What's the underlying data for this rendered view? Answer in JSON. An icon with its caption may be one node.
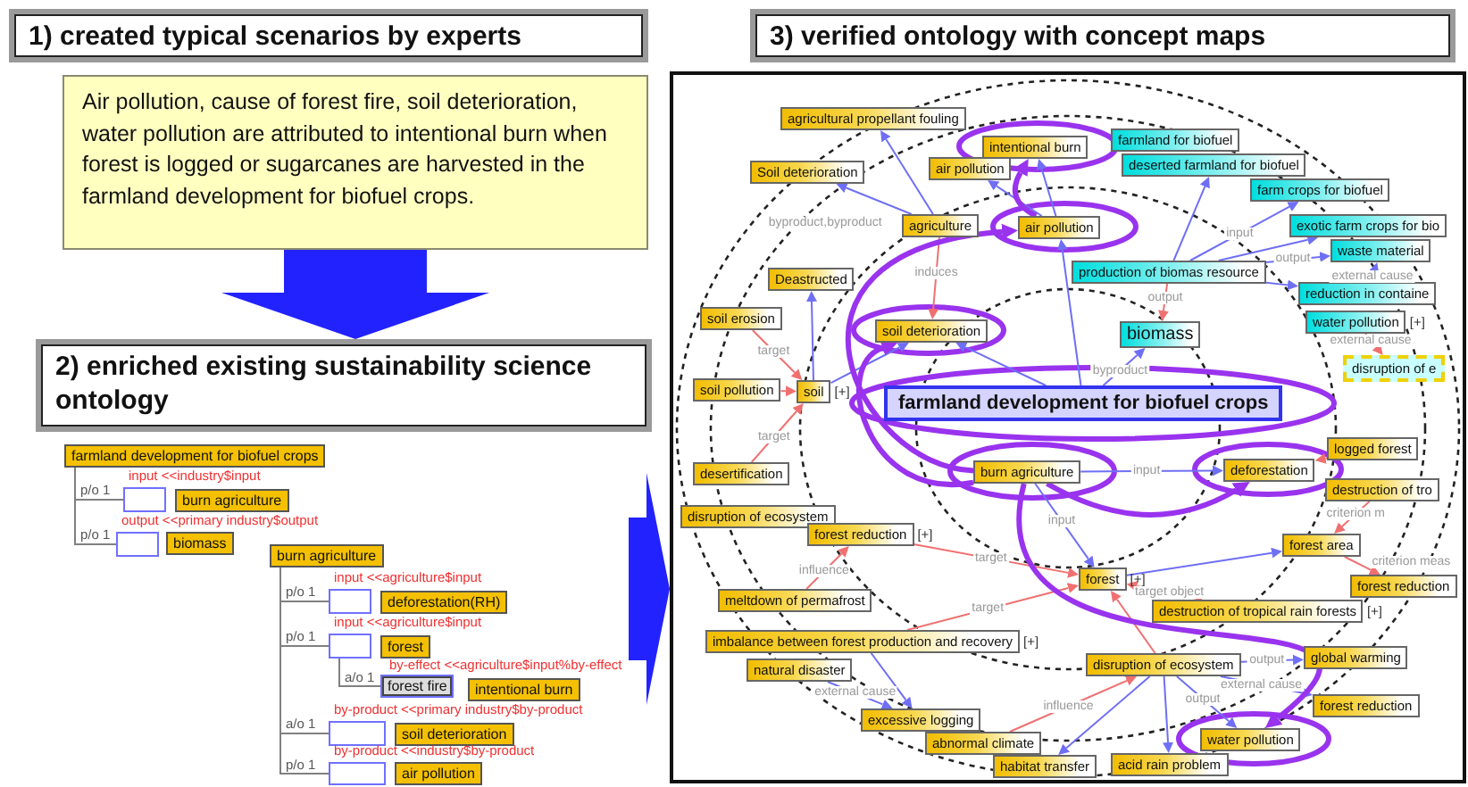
{
  "diagram": {
    "nodes": [
      {
        "text": [
          "1) created typical scenarios by experts"
        ]
      },
      {
        "text": [
          "Air pollution, cause of forest fire, soil deterioration, water pollution are attributed to intentional burn when forest is logged or sugarcanes are harvested in the farmland development for biofuel crops."
        ]
      },
      {
        "text": [
          "2) enriched existing sustainability science ontology"
        ]
      },
      {
        "text": [
          "3) verified ontology with concept maps"
        ]
      },
      {
        "text": [
          "farmland development for biofuel crops"
        ]
      },
      {
        "text": [],
        "shape": "box",
        "beside": [
          "input <<industry$input"
        ]
      },
      {
        "text": [
          "burn agriculture"
        ]
      },
      {
        "text": [],
        "shape": "box",
        "beside": [
          "output <<primary industry$output"
        ]
      },
      {
        "text": [
          "biomass"
        ]
      },
      {
        "text": [
          "burn agriculture"
        ]
      },
      {
        "text": [],
        "shape": "box",
        "beside": [
          "input <<agriculture$input"
        ]
      },
      {
        "text": [
          "deforestation(RH)"
        ]
      },
      {
        "text": [],
        "shape": "box",
        "beside": [
          "input <<agriculture$input"
        ]
      },
      {
        "text": [
          "forest"
        ]
      },
      {
        "text": [
          "forest fire"
        ],
        "beside": [
          "by-effect <<agriculture$input%by-effect"
        ]
      },
      {
        "text": [
          "intentional burn"
        ]
      },
      {
        "text": [],
        "shape": "box",
        "beside": [
          "by-product <<primary industry$by-product"
        ]
      },
      {
        "text": [
          "soil deterioration"
        ]
      },
      {
        "text": [],
        "shape": "box",
        "beside": [
          "by-product <<industry$by-product"
        ]
      },
      {
        "text": [
          "air pollution"
        ]
      },
      {
        "text": [],
        "shape": "box"
      },
      {
        "text": [
          "agricultural propellant fouling"
        ],
        "in": 20
      },
      {
        "text": [
          "intentional burn"
        ],
        "in": 20
      },
      {
        "text": [
          "farmland for biofuel"
        ],
        "in": 20
      },
      {
        "text": [
          "air pollution"
        ],
        "in": 20
      },
      {
        "text": [
          "deserted farmland for biofuel"
        ],
        "in": 20
      },
      {
        "text": [
          "Soil deterioration"
        ],
        "in": 20
      },
      {
        "text": [
          "farm crops for biofuel"
        ],
        "in": 20
      },
      {
        "text": [
          "agriculture"
        ],
        "in": 20
      },
      {
        "text": [
          "air pollution"
        ],
        "in": 20
      },
      {
        "text": [
          "exotic farm crops for bio"
        ],
        "in": 20
      },
      {
        "text": [
          "waste material"
        ],
        "in": 20
      },
      {
        "text": [
          "production of biomas resource"
        ],
        "in": 20
      },
      {
        "text": [
          "Deastructed"
        ],
        "in": 20
      },
      {
        "text": [
          "reduction in containe"
        ],
        "in": 20
      },
      {
        "text": [
          "water pollution"
        ],
        "in": 20,
        "beside": [
          "[+]"
        ]
      },
      {
        "text": [
          "soil erosion"
        ],
        "in": 20
      },
      {
        "text": [
          "soil deterioration"
        ],
        "in": 20
      },
      {
        "text": [
          "biomass"
        ],
        "in": 20
      },
      {
        "text": [
          "disruption of e"
        ],
        "in": 20
      },
      {
        "text": [
          "soil pollution"
        ],
        "in": 20
      },
      {
        "text": [
          "soil"
        ],
        "in": 20,
        "beside": [
          "[+]"
        ]
      },
      {
        "text": [
          "farmland development for biofuel crops"
        ],
        "in": 20
      },
      {
        "text": [
          "burn agriculture"
        ],
        "in": 20
      },
      {
        "text": [
          "deforestation"
        ],
        "in": 20
      },
      {
        "text": [
          "logged forest"
        ],
        "in": 20
      },
      {
        "text": [
          "desertification"
        ],
        "in": 20
      },
      {
        "text": [
          "destruction of tro"
        ],
        "in": 20
      },
      {
        "text": [
          "disruption of ecosystem"
        ],
        "in": 20
      },
      {
        "text": [
          "forest reduction"
        ],
        "in": 20,
        "beside": [
          "[+]"
        ]
      },
      {
        "text": [
          "forest area"
        ],
        "in": 20
      },
      {
        "text": [
          "forest"
        ],
        "in": 20,
        "beside": [
          "[+]"
        ]
      },
      {
        "text": [
          "forest reduction"
        ],
        "in": 20
      },
      {
        "text": [
          "meltdown of permafrost"
        ],
        "in": 20
      },
      {
        "text": [
          "destruction of tropical rain forests"
        ],
        "in": 20,
        "beside": [
          "[+]"
        ]
      },
      {
        "text": [
          "imbalance between forest production and recovery"
        ],
        "in": 20,
        "beside": [
          "[+]"
        ]
      },
      {
        "text": [
          "natural disaster"
        ],
        "in": 20
      },
      {
        "text": [
          "disruption of ecosystem"
        ],
        "in": 20
      },
      {
        "text": [
          "global warming"
        ],
        "in": 20
      },
      {
        "text": [
          "excessive logging"
        ],
        "in": 20
      },
      {
        "text": [
          "forest reduction"
        ],
        "in": 20
      },
      {
        "text": [
          "abnormal climate"
        ],
        "in": 20
      },
      {
        "text": [
          "water pollution"
        ],
        "in": 20
      },
      {
        "text": [
          "habitat transfer"
        ],
        "in": 20
      },
      {
        "text": [
          "acid rain problem"
        ],
        "in": 20
      }
    ],
    "edges": [
      {
        "from": 1,
        "to": 2,
        "arrow": "to",
        "style": "thick",
        "color": "#2222ff"
      },
      {
        "from": null,
        "to": 20,
        "arrow": "to",
        "style": "thick",
        "color": "#2222ff"
      },
      {
        "from": 4,
        "to": 5,
        "arrow": "none",
        "label": "p/o 1",
        "color": "#808080"
      },
      {
        "from": 4,
        "to": 7,
        "arrow": "none",
        "label": "p/o 1",
        "color": "#808080"
      },
      {
        "from": 9,
        "to": 10,
        "arrow": "none",
        "label": "p/o 1",
        "color": "#808080"
      },
      {
        "from": 9,
        "to": 12,
        "arrow": "none",
        "label": "p/o 1",
        "color": "#808080"
      },
      {
        "from": 12,
        "to": 14,
        "arrow": "none",
        "label": "a/o 1",
        "color": "#808080"
      },
      {
        "from": 9,
        "to": 16,
        "arrow": "none",
        "label": "a/o 1",
        "color": "#808080"
      },
      {
        "from": 9,
        "to": 18,
        "arrow": "none",
        "label": "p/o 1",
        "color": "#808080"
      },
      {
        "from": 42,
        "to": 29,
        "arrow": "to"
      },
      {
        "from": 42,
        "to": 38,
        "arrow": "to",
        "label": "byproduct"
      },
      {
        "from": 42,
        "to": 37,
        "arrow": "to"
      },
      {
        "from": 43,
        "to": 44,
        "arrow": "to",
        "label": "input"
      },
      {
        "from": 43,
        "to": 51,
        "arrow": "to",
        "label": "input"
      },
      {
        "from": 29,
        "to": 22,
        "arrow": "to"
      },
      {
        "from": 29,
        "to": 24,
        "arrow": "to"
      },
      {
        "from": 28,
        "to": 21,
        "arrow": "to"
      },
      {
        "from": 28,
        "to": 26,
        "arrow": "to",
        "label": "byproduct,byproduct"
      },
      {
        "from": 28,
        "to": 37,
        "arrow": "to",
        "label": "induces",
        "color": "#f07070"
      },
      {
        "from": 32,
        "to": 25,
        "arrow": "to"
      },
      {
        "from": 32,
        "to": 27,
        "arrow": "to",
        "label": "input"
      },
      {
        "from": 32,
        "to": 30,
        "arrow": "to"
      },
      {
        "from": 32,
        "to": 31,
        "arrow": "to",
        "label": "output"
      },
      {
        "from": 32,
        "to": 38,
        "arrow": "to",
        "label": "output",
        "color": "#f07070"
      },
      {
        "from": 32,
        "to": 34,
        "arrow": "to"
      },
      {
        "from": 34,
        "to": 31,
        "arrow": "to",
        "label": "external cause"
      },
      {
        "from": 35,
        "to": 39,
        "arrow": "to",
        "label": "external cause",
        "color": "#f07070"
      },
      {
        "from": 36,
        "to": 41,
        "arrow": "to",
        "label": "target",
        "color": "#f07070"
      },
      {
        "from": 40,
        "to": 41,
        "arrow": "to",
        "color": "#f07070"
      },
      {
        "from": 46,
        "to": 41,
        "arrow": "to",
        "label": "target",
        "color": "#f07070"
      },
      {
        "from": 41,
        "to": 33,
        "arrow": "to"
      },
      {
        "from": 41,
        "to": 37,
        "arrow": "to"
      },
      {
        "from": 45,
        "to": 44,
        "arrow": "to",
        "color": "#f07070"
      },
      {
        "from": 50,
        "to": 52,
        "arrow": "to",
        "label": "criterion meas",
        "color": "#f07070"
      },
      {
        "from": 47,
        "to": 50,
        "arrow": "to",
        "label": "criterion m",
        "color": "#f07070"
      },
      {
        "from": 49,
        "to": 51,
        "arrow": "to",
        "label": "target",
        "color": "#f07070"
      },
      {
        "from": 53,
        "to": 49,
        "arrow": "to",
        "label": "influence",
        "color": "#f07070"
      },
      {
        "from": 55,
        "to": 51,
        "arrow": "to",
        "label": "target",
        "color": "#f07070"
      },
      {
        "from": 55,
        "to": 59,
        "arrow": "to"
      },
      {
        "from": 56,
        "to": 59,
        "arrow": "to",
        "label": "external cause"
      },
      {
        "from": 54,
        "to": 51,
        "arrow": "to",
        "label": "target object",
        "color": "#f07070"
      },
      {
        "from": 57,
        "to": 51,
        "arrow": "to",
        "color": "#f07070"
      },
      {
        "from": 57,
        "to": 58,
        "arrow": "to",
        "label": "output"
      },
      {
        "from": 57,
        "to": 60,
        "arrow": "to",
        "label": "external cause"
      },
      {
        "from": 57,
        "to": 62,
        "arrow": "to",
        "label": "output"
      },
      {
        "from": 57,
        "to": 64,
        "arrow": "to"
      },
      {
        "from": 57,
        "to": 63,
        "arrow": "to"
      },
      {
        "from": 61,
        "to": 57,
        "arrow": "to",
        "label": "influence",
        "color": "#f07070"
      },
      {
        "from": 51,
        "to": 50,
        "arrow": "to"
      },
      {
        "from": 43,
        "to": 29,
        "arrow": "to",
        "style": "thick",
        "color": "#9933ee"
      },
      {
        "from": 43,
        "to": 37,
        "arrow": "to",
        "style": "thick",
        "color": "#9933ee"
      },
      {
        "from": 43,
        "to": 44,
        "arrow": "to",
        "style": "thick",
        "color": "#9933ee"
      },
      {
        "from": 29,
        "to": 22,
        "arrow": "to",
        "style": "thick",
        "color": "#9933ee"
      },
      {
        "from": 43,
        "to": 62,
        "arrow": "to",
        "style": "thick",
        "color": "#9933ee"
      }
    ]
  }
}
